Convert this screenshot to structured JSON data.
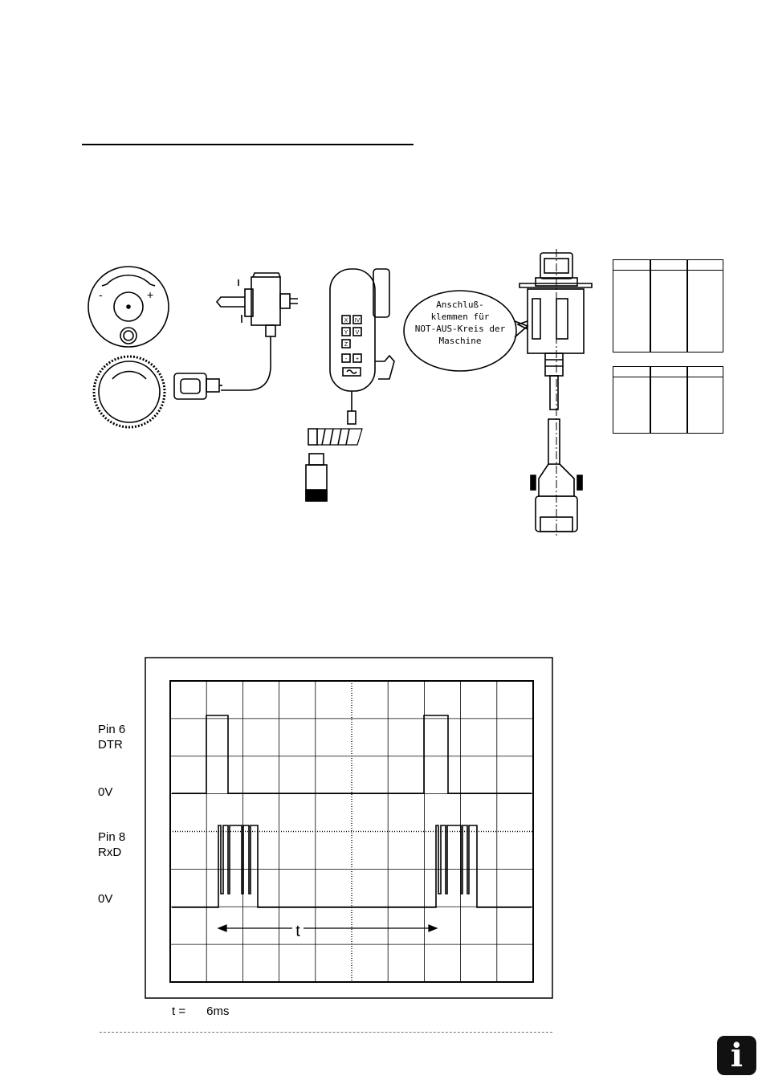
{
  "callout": {
    "lines": [
      "Anschluß-",
      "klemmen für",
      "NOT-AUS-Kreis der",
      "Maschine"
    ]
  },
  "handwheel": {
    "keys": [
      "X",
      "IV",
      "Y",
      "V",
      "Z",
      "-",
      "+",
      "~"
    ]
  },
  "knob": {
    "minus": "-",
    "plus": "+"
  },
  "scope": {
    "trace1_label": [
      "Pin 6",
      "DTR"
    ],
    "trace1_zero": "0V",
    "trace2_label": [
      "Pin 8",
      "RxD"
    ],
    "trace2_zero": "0V",
    "interval_symbol": "t"
  },
  "caption": {
    "label": "t =",
    "value": "6ms"
  },
  "info_icon": "i"
}
